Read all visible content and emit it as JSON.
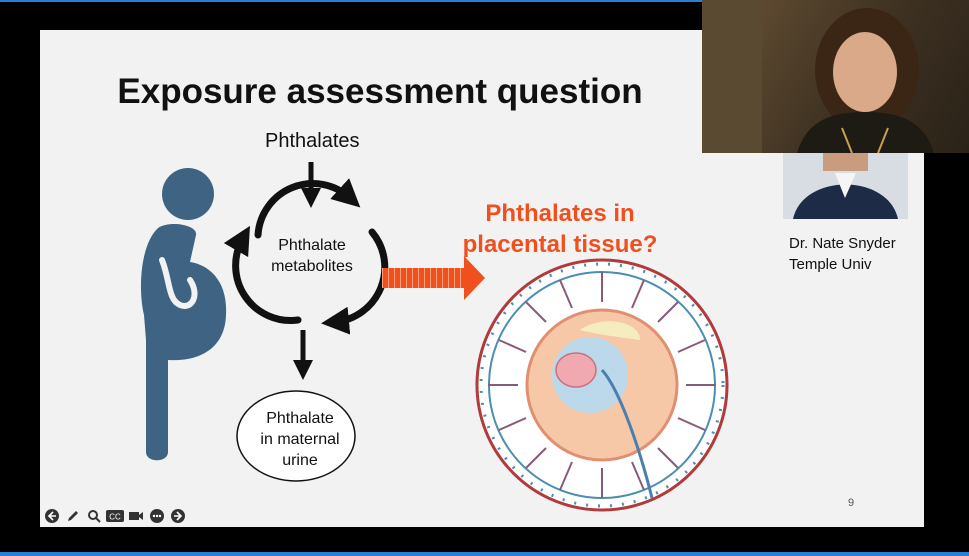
{
  "slide": {
    "title": "Exposure assessment question",
    "phthalates_label": "Phthalates",
    "metabolites_label_line1": "Phthalate",
    "metabolites_label_line2": "metabolites",
    "urine_label_line1": "Phthalate",
    "urine_label_line2": "in maternal",
    "urine_label_line3": "urine",
    "placenta_question_line1": "Phthalates in",
    "placenta_question_line2": "placental tissue?",
    "slide_number": "9",
    "speaker_line1": "Dr. Nate Snyder",
    "speaker_line2": "Temple Univ"
  },
  "toolbar": {
    "icons": [
      "previous-icon",
      "pen-icon",
      "zoom-icon",
      "captions-icon",
      "video-icon",
      "more-icon",
      "next-icon"
    ],
    "captions_text": "CC"
  },
  "colors": {
    "accent_blue": "#2a7fd4",
    "pregnant_figure": "#3f6483",
    "question_orange": "#f0501e",
    "slide_bg": "#f2f2f2"
  }
}
